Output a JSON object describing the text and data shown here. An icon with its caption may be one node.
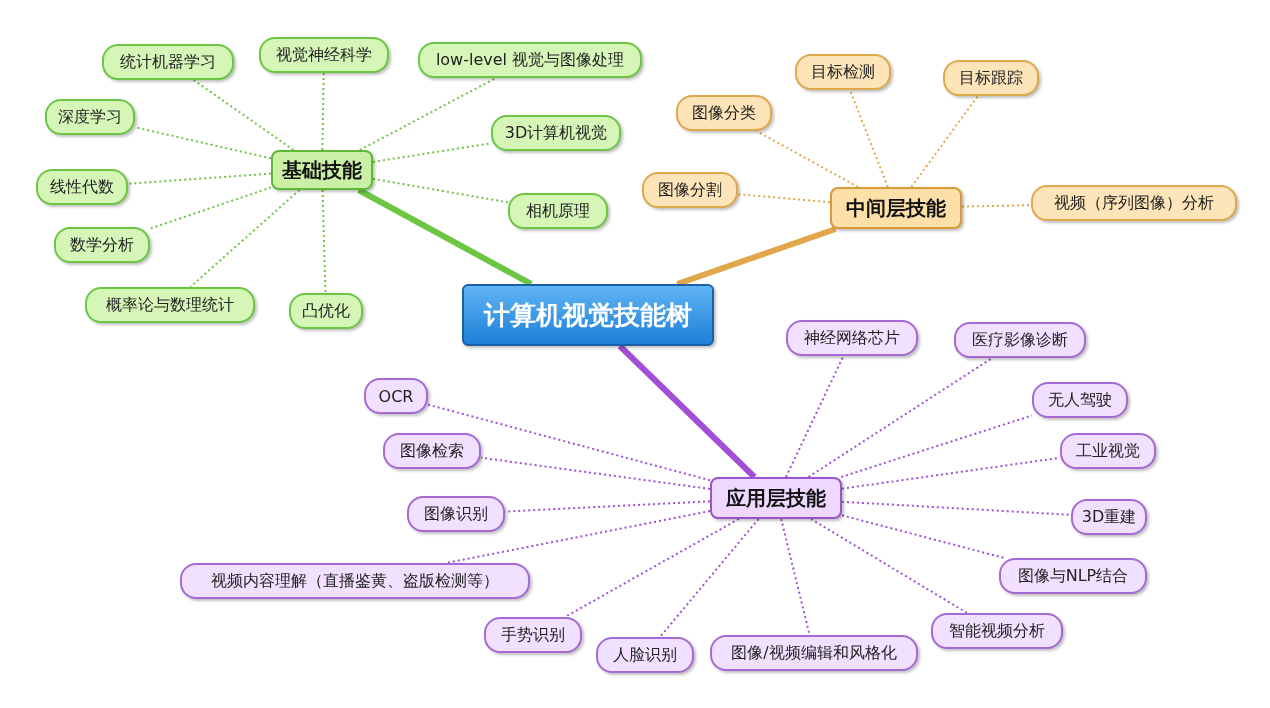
{
  "diagram": {
    "nodes": [
      {
        "text": [
          "计算机视觉技能树"
        ]
      },
      {
        "text": [
          "基础技能"
        ]
      },
      {
        "text": [
          "统计机器学习"
        ]
      },
      {
        "text": [
          "视觉神经科学"
        ]
      },
      {
        "text": [
          "low-level 视觉与图像处理"
        ]
      },
      {
        "text": [
          "深度学习"
        ]
      },
      {
        "text": [
          "3D计算机视觉"
        ]
      },
      {
        "text": [
          "线性代数"
        ]
      },
      {
        "text": [
          "相机原理"
        ]
      },
      {
        "text": [
          "数学分析"
        ]
      },
      {
        "text": [
          "概率论与数理统计"
        ]
      },
      {
        "text": [
          "凸优化"
        ]
      },
      {
        "text": [
          "中间层技能"
        ]
      },
      {
        "text": [
          "目标检测"
        ]
      },
      {
        "text": [
          "目标跟踪"
        ]
      },
      {
        "text": [
          "图像分类"
        ]
      },
      {
        "text": [
          "图像分割"
        ]
      },
      {
        "text": [
          "视频（序列图像）分析"
        ]
      },
      {
        "text": [
          "应用层技能"
        ]
      },
      {
        "text": [
          "神经网络芯片"
        ]
      },
      {
        "text": [
          "医疗影像诊断"
        ]
      },
      {
        "text": [
          "OCR"
        ]
      },
      {
        "text": [
          "无人驾驶"
        ]
      },
      {
        "text": [
          "图像检索"
        ]
      },
      {
        "text": [
          "工业视觉"
        ]
      },
      {
        "text": [
          "图像识别"
        ]
      },
      {
        "text": [
          "3D重建"
        ]
      },
      {
        "text": [
          "视频内容理解（直播鉴黄、盗版检测等）"
        ]
      },
      {
        "text": [
          "图像与NLP结合"
        ]
      },
      {
        "text": [
          "手势识别"
        ]
      },
      {
        "text": [
          "人脸识别"
        ]
      },
      {
        "text": [
          "图像/视频编辑和风格化"
        ]
      },
      {
        "text": [
          "智能视频分析"
        ]
      }
    ],
    "edges": [
      {
        "from": 0,
        "to": 1,
        "arrow": "none",
        "style": "thick",
        "color": "#6cc644"
      },
      {
        "from": 0,
        "to": 12,
        "arrow": "none",
        "style": "thick",
        "color": "#e0a84a"
      },
      {
        "from": 0,
        "to": 18,
        "arrow": "none",
        "style": "thick"
      },
      {
        "from": 1,
        "to": 2,
        "arrow": "none",
        "style": "dashed",
        "color": "#6cc644"
      },
      {
        "from": 1,
        "to": 3,
        "arrow": "none",
        "style": "dashed",
        "color": "#6cc644"
      },
      {
        "from": 1,
        "to": 4,
        "arrow": "none",
        "style": "dashed",
        "color": "#6cc644"
      },
      {
        "from": 1,
        "to": 5,
        "arrow": "none",
        "style": "dashed",
        "color": "#6cc644"
      },
      {
        "from": 1,
        "to": 6,
        "arrow": "none",
        "style": "dashed",
        "color": "#6cc644"
      },
      {
        "from": 1,
        "to": 7,
        "arrow": "none",
        "style": "dashed",
        "color": "#6cc644"
      },
      {
        "from": 1,
        "to": 8,
        "arrow": "none",
        "style": "dashed",
        "color": "#6cc644"
      },
      {
        "from": 1,
        "to": 9,
        "arrow": "none",
        "style": "dashed",
        "color": "#6cc644"
      },
      {
        "from": 1,
        "to": 10,
        "arrow": "none",
        "style": "dashed",
        "color": "#6cc644"
      },
      {
        "from": 1,
        "to": 11,
        "arrow": "none",
        "style": "dashed",
        "color": "#6cc644"
      },
      {
        "from": 12,
        "to": 13,
        "arrow": "none",
        "style": "dashed",
        "color": "#e0a84a"
      },
      {
        "from": 12,
        "to": 14,
        "arrow": "none",
        "style": "dashed",
        "color": "#e0a84a"
      },
      {
        "from": 12,
        "to": 15,
        "arrow": "none",
        "style": "dashed",
        "color": "#e0a84a"
      },
      {
        "from": 12,
        "to": 16,
        "arrow": "none",
        "style": "dashed",
        "color": "#e0a84a"
      },
      {
        "from": 12,
        "to": 17,
        "arrow": "none",
        "style": "dashed",
        "color": "#e0a84a"
      },
      {
        "from": 18,
        "to": 19,
        "arrow": "none",
        "style": "dashed"
      },
      {
        "from": 18,
        "to": 20,
        "arrow": "none",
        "style": "dashed"
      },
      {
        "from": 18,
        "to": 21,
        "arrow": "none",
        "style": "dashed"
      },
      {
        "from": 18,
        "to": 22,
        "arrow": "none",
        "style": "dashed"
      },
      {
        "from": 18,
        "to": 23,
        "arrow": "none",
        "style": "dashed"
      },
      {
        "from": 18,
        "to": 24,
        "arrow": "none",
        "style": "dashed"
      },
      {
        "from": 18,
        "to": 25,
        "arrow": "none",
        "style": "dashed"
      },
      {
        "from": 18,
        "to": 26,
        "arrow": "none",
        "style": "dashed"
      },
      {
        "from": 18,
        "to": 27,
        "arrow": "none",
        "style": "dashed"
      },
      {
        "from": 18,
        "to": 28,
        "arrow": "none",
        "style": "dashed"
      },
      {
        "from": 18,
        "to": 29,
        "arrow": "none",
        "style": "dashed"
      },
      {
        "from": 18,
        "to": 30,
        "arrow": "none",
        "style": "dashed"
      },
      {
        "from": 18,
        "to": 31,
        "arrow": "none",
        "style": "dashed"
      },
      {
        "from": 18,
        "to": 32,
        "arrow": "none",
        "style": "dashed"
      }
    ]
  }
}
